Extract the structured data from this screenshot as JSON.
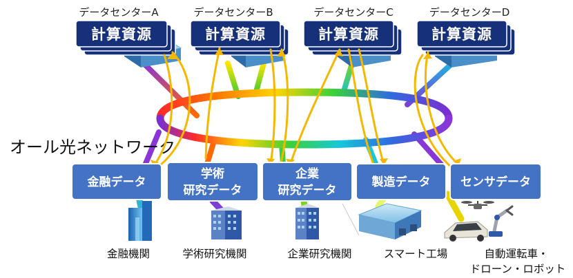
{
  "datacenters": [
    {
      "title": "データセンターA",
      "resource": "計算資源"
    },
    {
      "title": "データセンターB",
      "resource": "計算資源"
    },
    {
      "title": "データセンターC",
      "resource": "計算資源"
    },
    {
      "title": "データセンターD",
      "resource": "計算資源"
    }
  ],
  "network": {
    "label": "オール光ネットワーク"
  },
  "data_boxes": [
    {
      "lines": [
        "金融データ"
      ]
    },
    {
      "lines": [
        "学術",
        "研究データ"
      ]
    },
    {
      "lines": [
        "企業",
        "研究データ"
      ]
    },
    {
      "lines": [
        "製造データ"
      ]
    },
    {
      "lines": [
        "センサデータ"
      ]
    }
  ],
  "facilities": [
    {
      "label": "金融機関"
    },
    {
      "label": "学術研究機関"
    },
    {
      "label": "企業研究機関"
    },
    {
      "label": "スマート工場"
    },
    {
      "label": "自動運転車・",
      "label2": "ドローン・ロボット"
    }
  ],
  "colors": {
    "resource_fill": "#16307a",
    "box_fill": "#4472c4",
    "arrow": "#f5b800"
  }
}
